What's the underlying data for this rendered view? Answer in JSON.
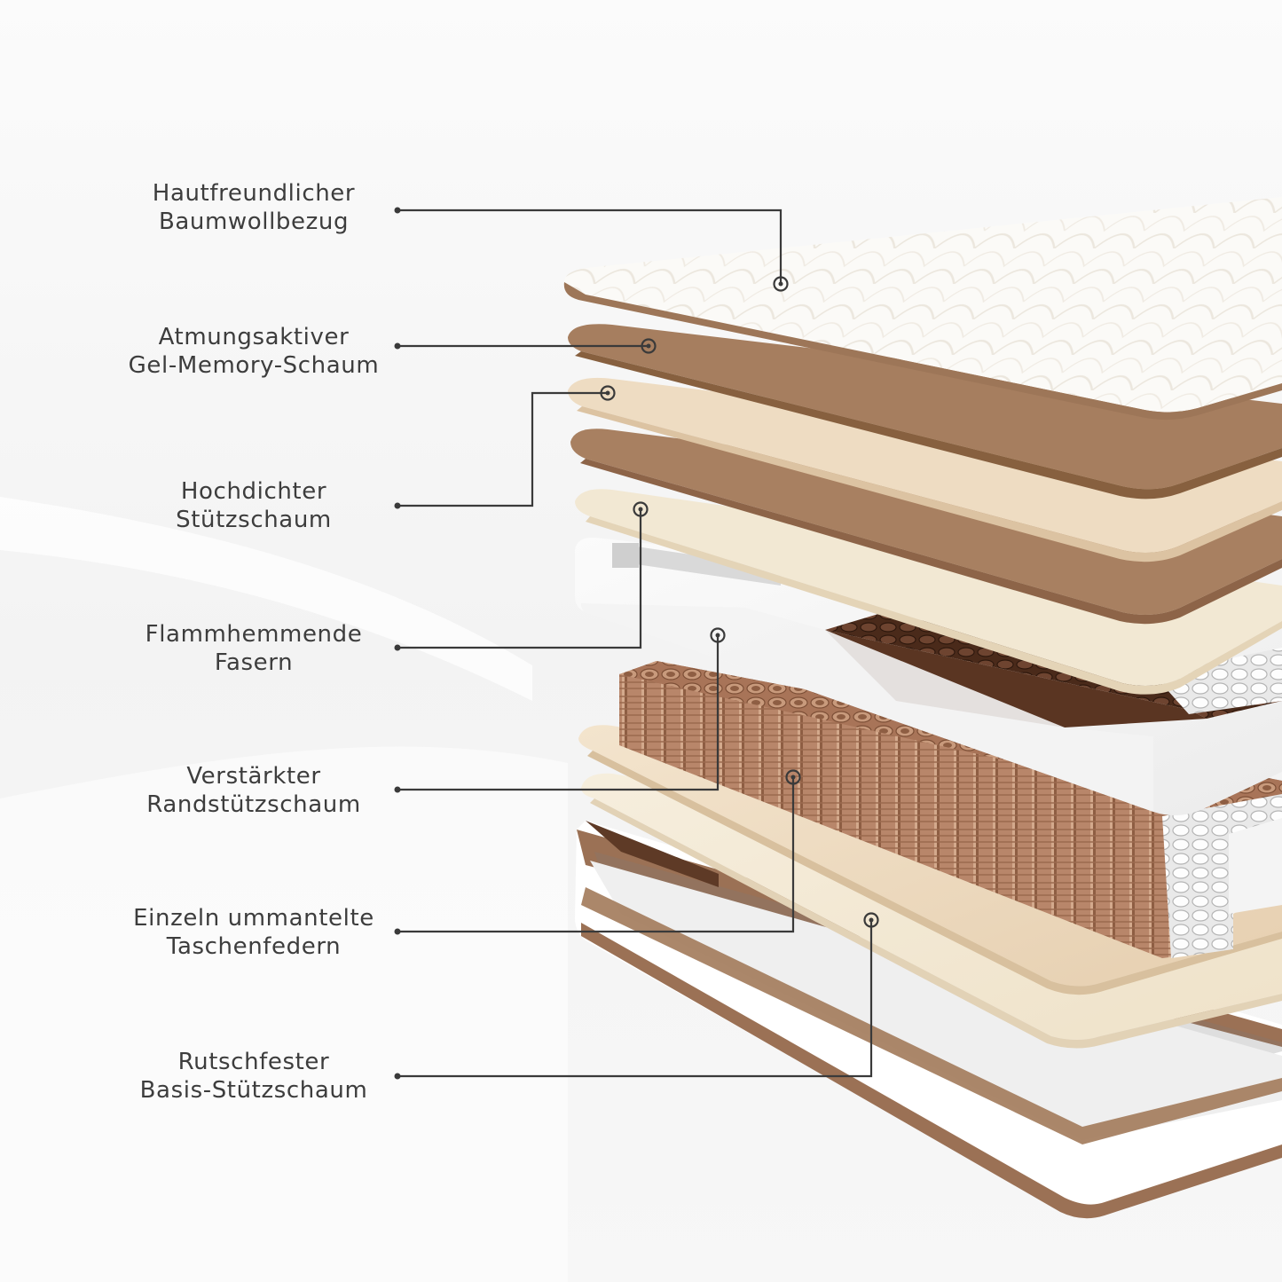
{
  "callouts": [
    {
      "line1": "Hautfreundlicher",
      "line2": "Baumwollbezug"
    },
    {
      "line1": "Atmungsaktiver",
      "line2": "Gel-Memory-Schaum"
    },
    {
      "line1": "Hochdichter",
      "line2": "Stützschaum"
    },
    {
      "line1": "Flammhemmende",
      "line2": "Fasern"
    },
    {
      "line1": "Verstärkter",
      "line2": "Randstützschaum"
    },
    {
      "line1": "Einzeln ummantelte",
      "line2": "Taschenfedern"
    },
    {
      "line1": "Rutschfester",
      "line2": "Basis-Stützschaum"
    }
  ],
  "colors": {
    "background": "#f6f6f6",
    "text": "#3d3d3d",
    "leader_line": "#3a3a3a",
    "cover": "#fbfaf7",
    "brown_dark": "#9a6e4c",
    "brown_light": "#c8a588",
    "cream": "#f0e4cf",
    "springs": "#b98663",
    "springs_dark": "#5a3522",
    "base_white": "#ffffff",
    "base_brown": "#9b7155"
  }
}
